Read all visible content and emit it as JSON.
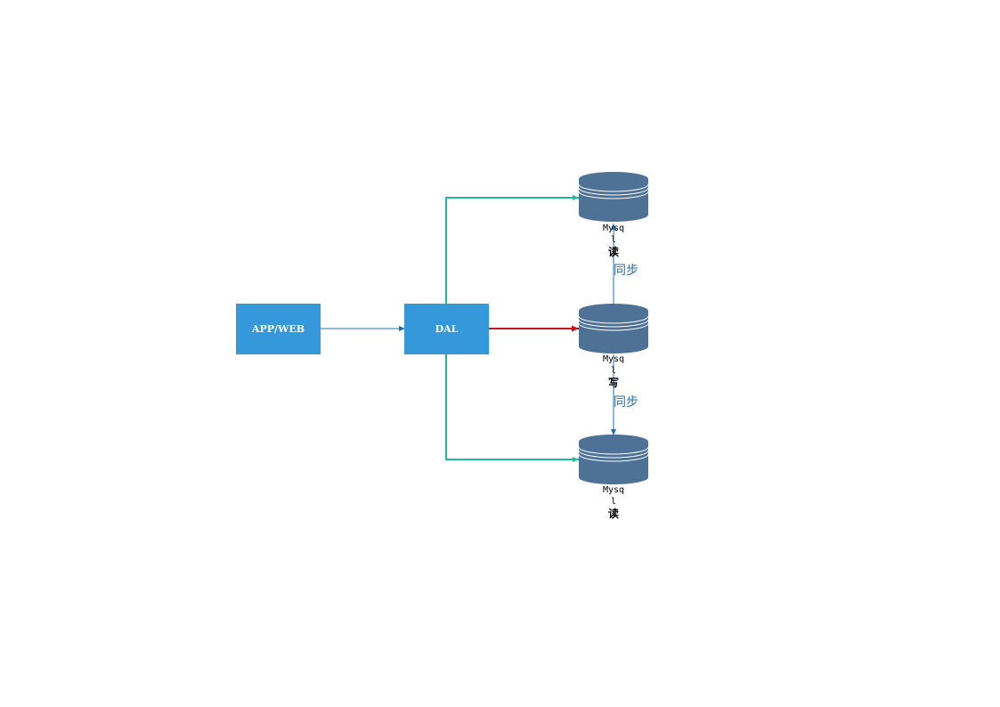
{
  "nodes": {
    "app": {
      "label": "APP/WEB"
    },
    "dal": {
      "label": "DAL"
    },
    "db_top": {
      "name_line1": "Mysq",
      "name_line2": "l",
      "role": "读"
    },
    "db_mid": {
      "name_line1": "Mysq",
      "name_line2": "l",
      "role": "写"
    },
    "db_bottom": {
      "name_line1": "Mysq",
      "name_line2": "l",
      "role": "读"
    }
  },
  "edges": {
    "sync_upper": {
      "label": "同步"
    },
    "sync_lower": {
      "label": "同步"
    }
  },
  "colors": {
    "box_fill": "#3498db",
    "db_fill": "#4e7196",
    "read_arrow": "#1abc9c",
    "write_arrow": "#c0161c",
    "request_arrow": "#2c6ea0",
    "sync_arrow": "#2c6ea0"
  }
}
